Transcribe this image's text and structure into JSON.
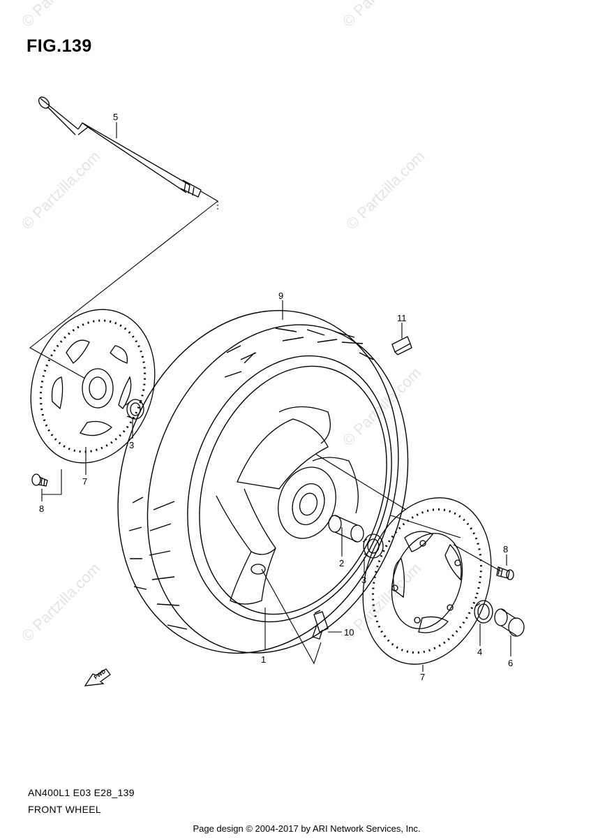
{
  "figure": {
    "title": "FIG.139",
    "model_code": "AN400L1 E03 E28_139",
    "section_name": "FRONT WHEEL"
  },
  "watermark": {
    "text": "© Partzilla.com"
  },
  "fwd_arrow": {
    "label": "FWD"
  },
  "parts": [
    {
      "id": "1",
      "label": "1"
    },
    {
      "id": "2",
      "label": "2"
    },
    {
      "id": "3a",
      "label": "3"
    },
    {
      "id": "3b",
      "label": "3"
    },
    {
      "id": "4",
      "label": "4"
    },
    {
      "id": "5",
      "label": "5"
    },
    {
      "id": "6",
      "label": "6"
    },
    {
      "id": "7a",
      "label": "7"
    },
    {
      "id": "7b",
      "label": "7"
    },
    {
      "id": "8a",
      "label": "8"
    },
    {
      "id": "8b",
      "label": "8"
    },
    {
      "id": "9",
      "label": "9"
    },
    {
      "id": "10",
      "label": "10"
    },
    {
      "id": "11",
      "label": "11"
    }
  ],
  "footer": {
    "text": "Page design © 2004-2017 by ARI Network Services, Inc."
  }
}
